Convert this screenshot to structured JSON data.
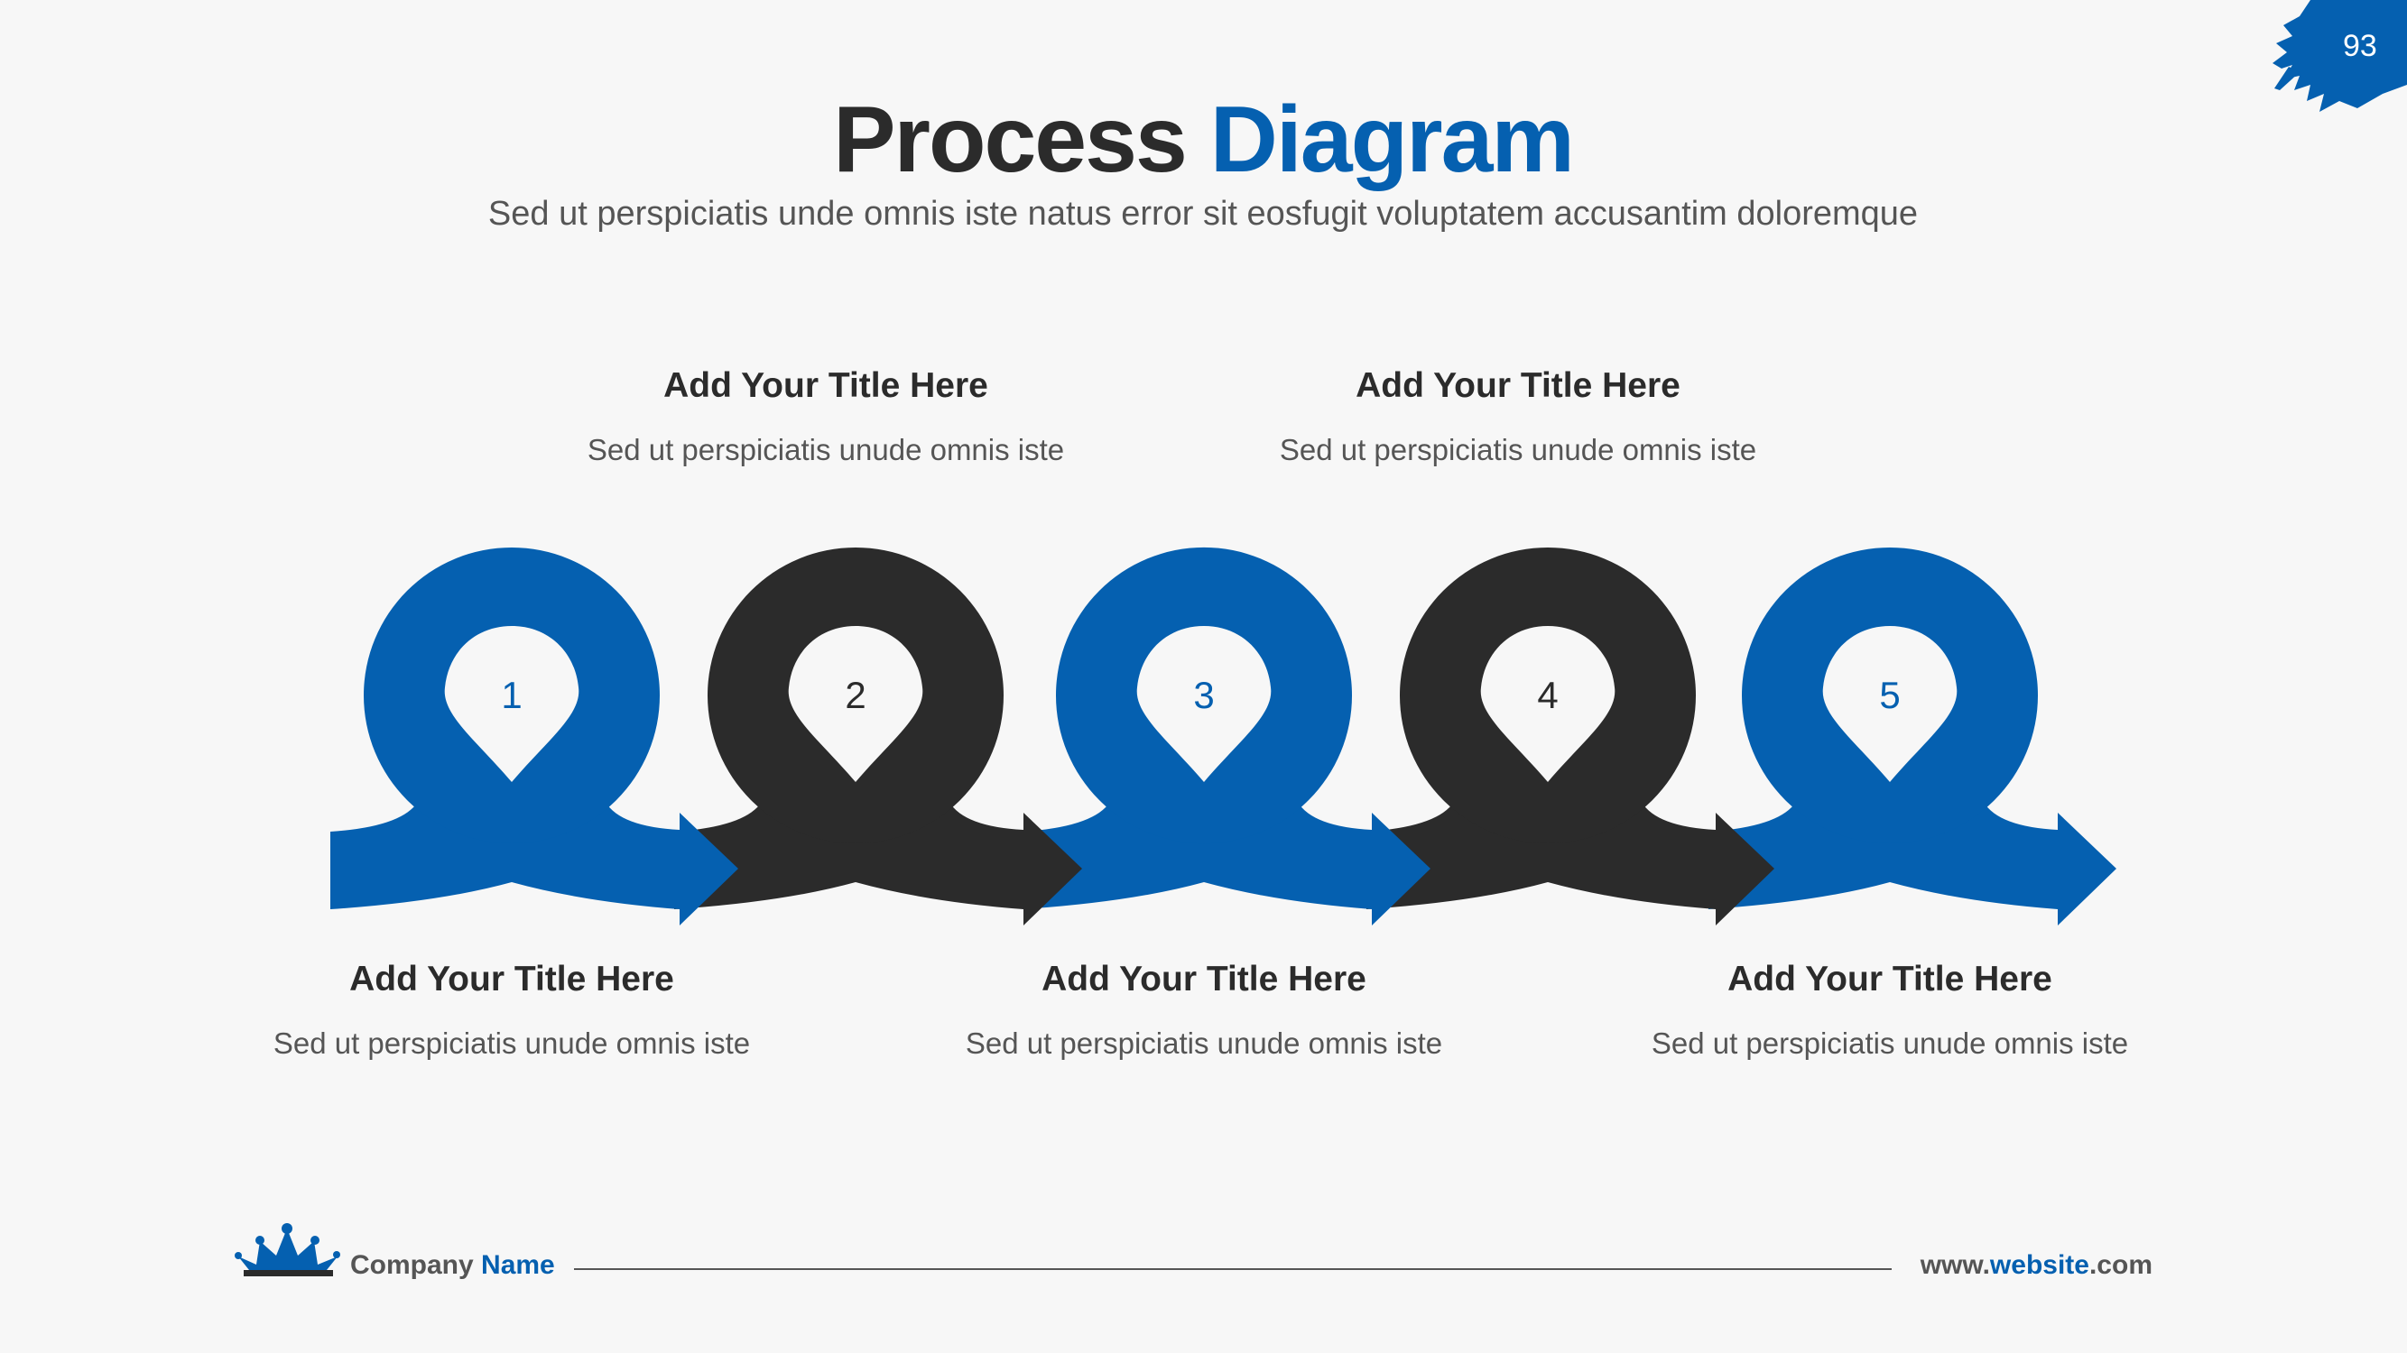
{
  "header": {
    "title_part1": "Process",
    "title_part2": "Diagram",
    "subtitle": "Sed ut perspiciatis unde omnis iste natus error sit eosfugit voluptatem accusantim doloremque"
  },
  "page_number": "93",
  "colors": {
    "accent": "#0560b0",
    "dark": "#2b2b2b",
    "background": "#f7f7f7"
  },
  "steps": [
    {
      "number": "1",
      "color": "#0560b0",
      "title": "Add Your Title Here",
      "desc": "Sed ut perspiciatis unude omnis iste",
      "position": "bottom"
    },
    {
      "number": "2",
      "color": "#2b2b2b",
      "title": "Add Your Title Here",
      "desc": "Sed ut perspiciatis unude omnis iste",
      "position": "top"
    },
    {
      "number": "3",
      "color": "#0560b0",
      "title": "Add Your Title Here",
      "desc": "Sed ut perspiciatis unude omnis iste",
      "position": "bottom"
    },
    {
      "number": "4",
      "color": "#2b2b2b",
      "title": "Add Your Title Here",
      "desc": "Sed ut perspiciatis unude omnis iste",
      "position": "top"
    },
    {
      "number": "5",
      "color": "#0560b0",
      "title": "Add Your Title Here",
      "desc": "Sed ut perspiciatis unude omnis iste",
      "position": "bottom"
    }
  ],
  "footer": {
    "company_part1": "Company",
    "company_part2": "Name",
    "website_prefix": "www.",
    "website_main": "website",
    "website_suffix": ".com"
  }
}
